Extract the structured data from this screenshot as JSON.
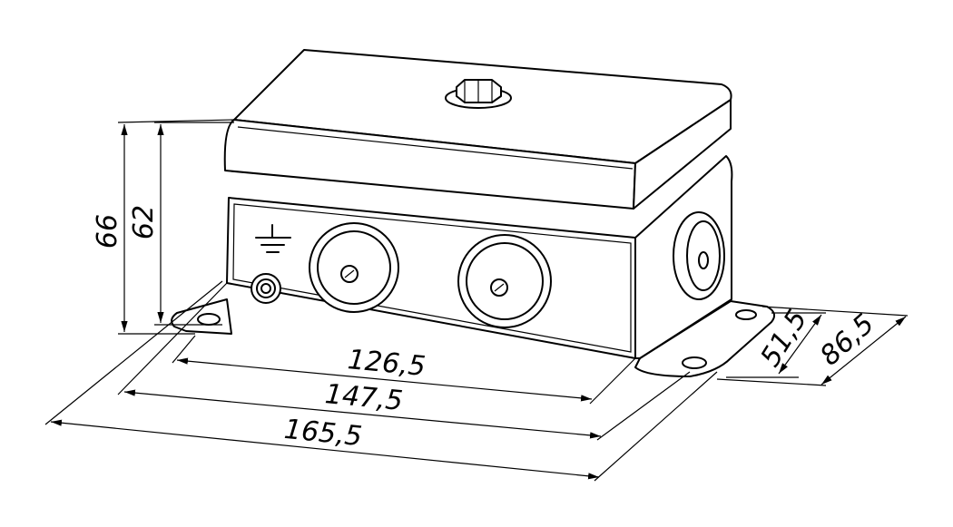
{
  "drawing": {
    "dimensions": {
      "height_total": "66",
      "height_body": "62",
      "width_inner": "126,5",
      "width_mount": "147,5",
      "width_total": "165,5",
      "depth_mount": "51,5",
      "depth_total": "86,5"
    }
  }
}
